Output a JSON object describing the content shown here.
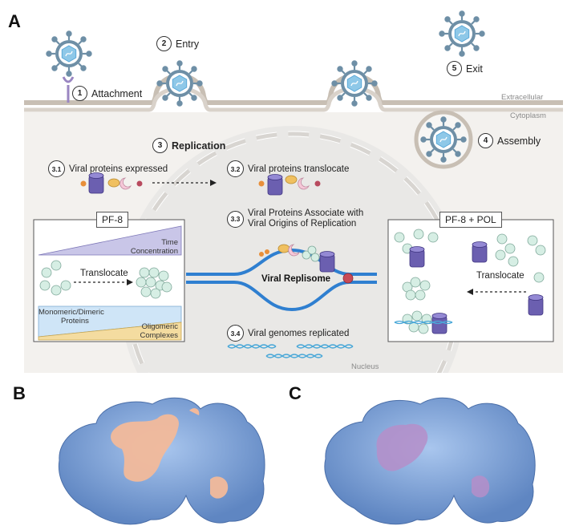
{
  "panels": {
    "a": "A",
    "b": "B",
    "c": "C"
  },
  "steps": {
    "attachment": {
      "num": "1",
      "label": "Attachment"
    },
    "entry": {
      "num": "2",
      "label": "Entry"
    },
    "replication": {
      "num": "3",
      "label": "Replication"
    },
    "assembly": {
      "num": "4",
      "label": "Assembly"
    },
    "exit": {
      "num": "5",
      "label": "Exit"
    },
    "s31": {
      "num": "3.1",
      "label": "Viral proteins expressed"
    },
    "s32": {
      "num": "3.2",
      "label": "Viral proteins translocate"
    },
    "s33": {
      "num": "3.3",
      "label_line1": "Viral Proteins Associate with",
      "label_line2": "Viral Origins of Replication"
    },
    "s34": {
      "num": "3.4",
      "label": "Viral genomes replicated"
    }
  },
  "regions": {
    "extracellular": "Extracellular",
    "cytoplasm": "Cytoplasm",
    "nucleus": "Nucleus"
  },
  "replisome_label": "Viral Replisome",
  "pf8_box": {
    "title": "PF-8",
    "time_line1": "Time",
    "time_line2": "Concentration",
    "translocate": "Translocate",
    "mono_line1": "Monomeric/Dimeric",
    "mono_line2": "Proteins",
    "oligo_line1": "Oligomeric",
    "oligo_line2": "Complexes"
  },
  "pf8pol_box": {
    "title": "PF-8 + POL",
    "translocate": "Translocate"
  },
  "colors": {
    "virus": "#6e8fa6",
    "capsid": "#8ec8e8",
    "membrane": "#c8bfb4",
    "cytoplasm": "#f3f1ee",
    "nucleus": "#e9e8e6",
    "dna": "#2f7fd0",
    "protein_surface": "#7fa8e0",
    "highlight_b": "#f2b99a",
    "highlight_c": "#b58ec9",
    "pol": "#6b5fb0"
  }
}
